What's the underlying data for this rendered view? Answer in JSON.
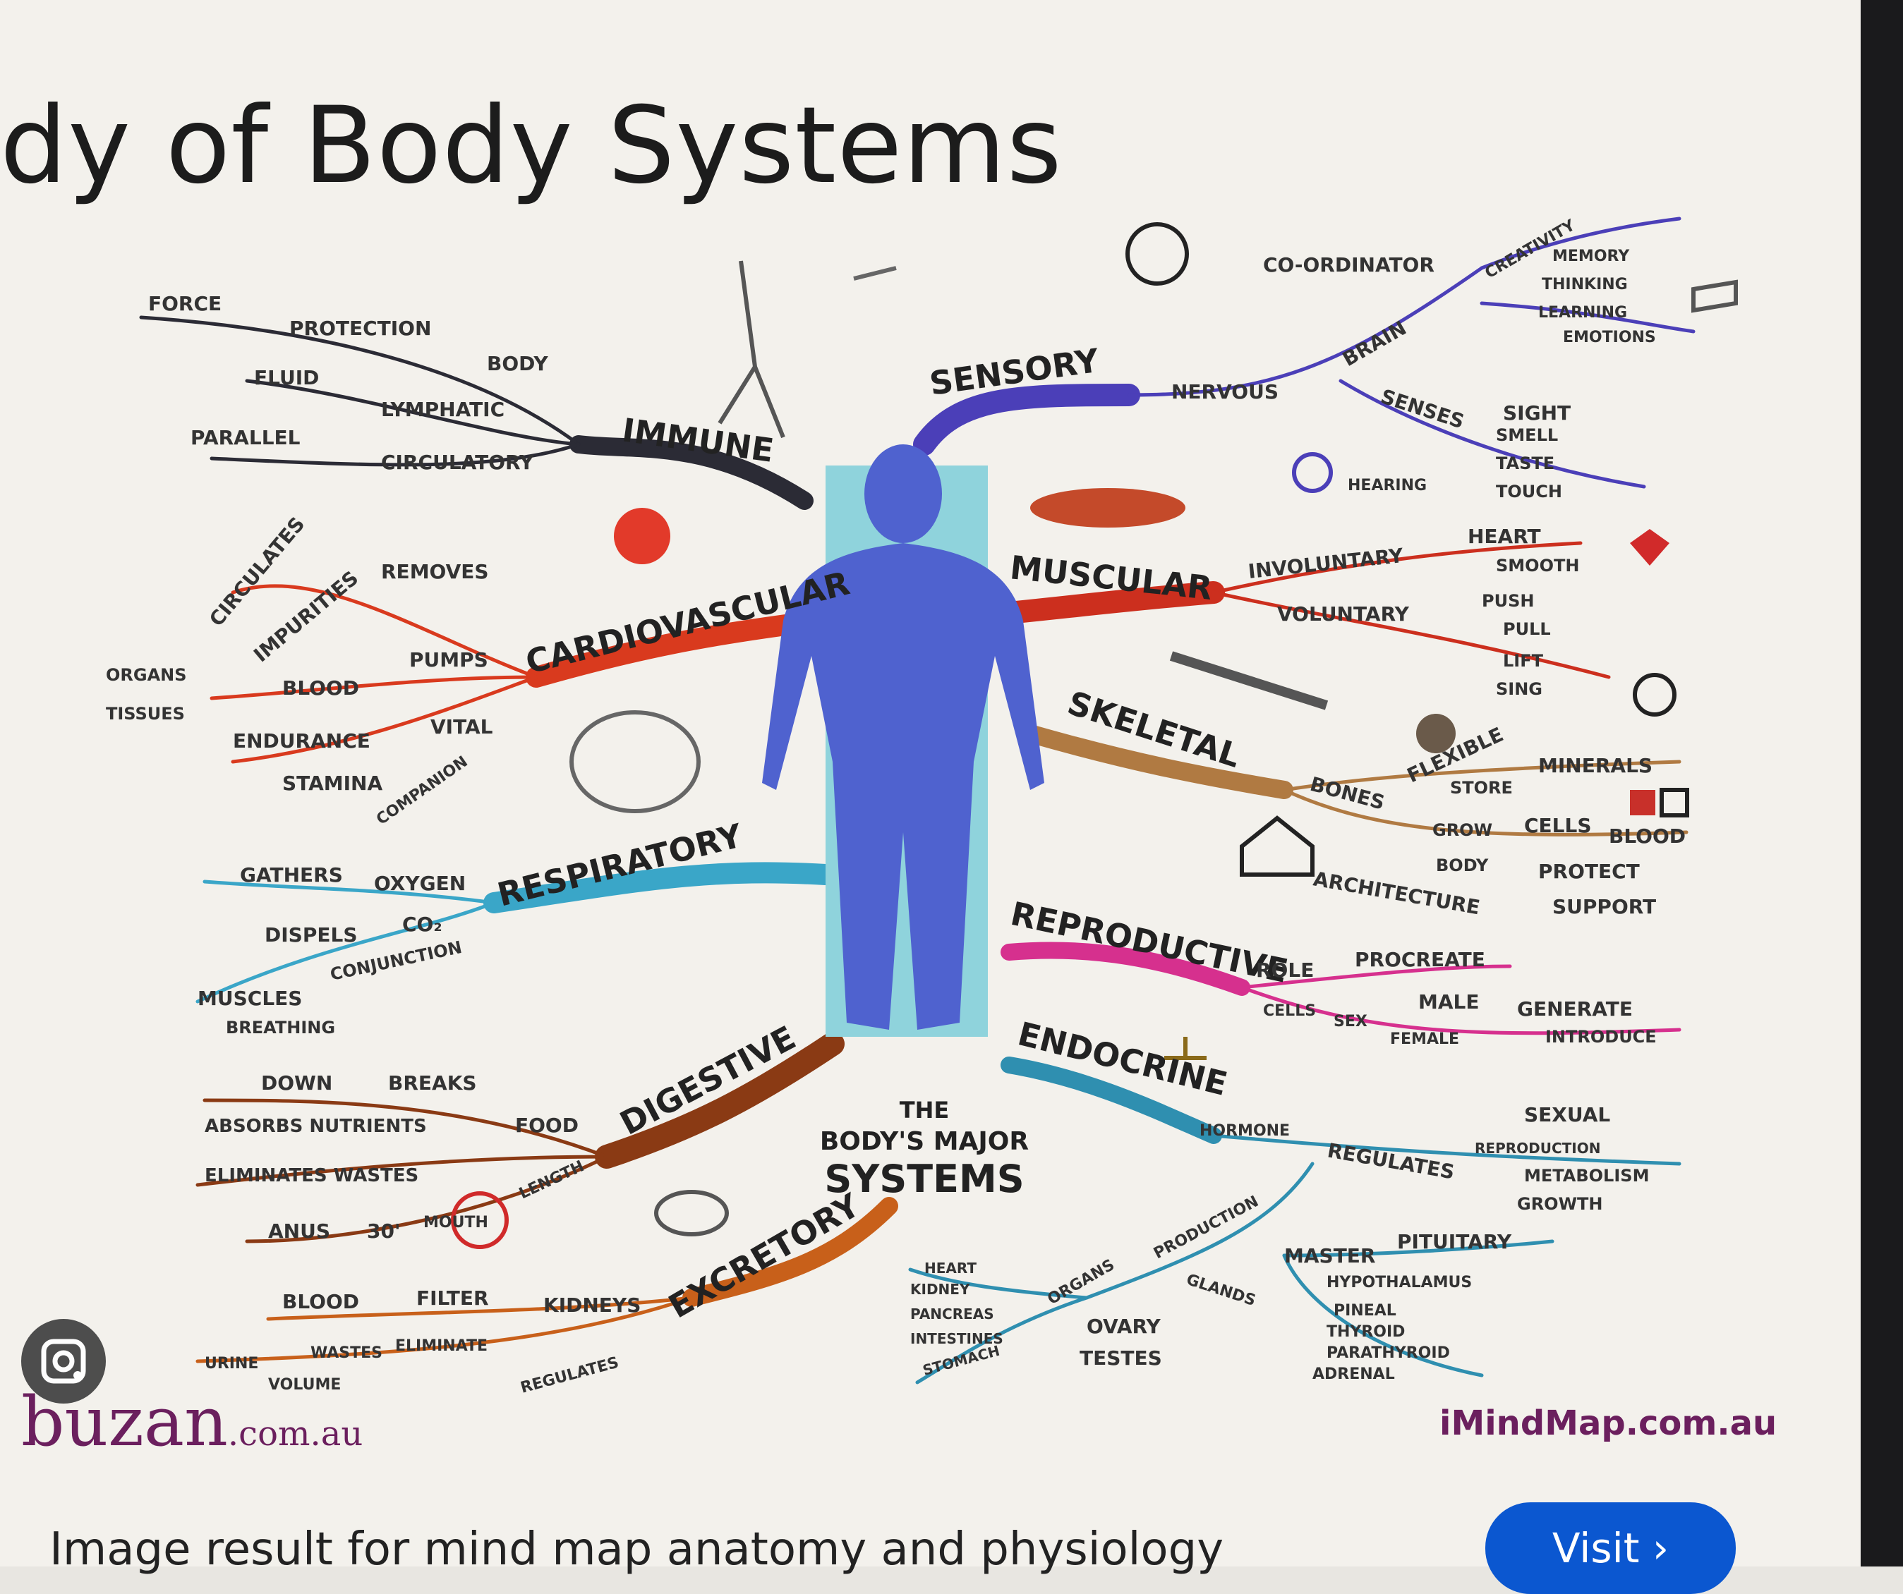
{
  "page": {
    "title": "dy of Body Systems",
    "caption": "Image result for mind map anatomy and physiology",
    "visit_label": "Visit",
    "visit_chevron": "›",
    "source_left": "buzan",
    "source_left_suffix": ".com.au",
    "source_right": "iMindMap.com.au",
    "lens_icon": "google-lens-icon"
  },
  "map": {
    "center": [
      "THE",
      "BODY'S MAJOR",
      "SYSTEMS"
    ],
    "branches": {
      "immune": {
        "name": "IMMUNE",
        "color": "#2b2b35",
        "words": [
          "FORCE",
          "PROTECTION",
          "BODY",
          "FLUID",
          "LYMPHATIC",
          "PARALLEL",
          "CIRCULATORY"
        ]
      },
      "cardio": {
        "name": "CARDIOVASCULAR",
        "color": "#d93a1e",
        "words": [
          "CIRCULATES",
          "IMPURITIES",
          "REMOVES",
          "ORGANS",
          "TISSUES",
          "BLOOD",
          "PUMPS",
          "ENDURANCE",
          "VITAL",
          "STAMINA",
          "COMPANION"
        ]
      },
      "resp": {
        "name": "RESPIRATORY",
        "color": "#3aa6c8",
        "words": [
          "GATHERS",
          "OXYGEN",
          "DISPELS",
          "CO₂",
          "CONJUNCTION",
          "MUSCLES",
          "BREATHING"
        ]
      },
      "digest": {
        "name": "DIGESTIVE",
        "color": "#8a3a14",
        "words": [
          "DOWN",
          "BREAKS",
          "ABSORBS NUTRIENTS",
          "FOOD",
          "ELIMINATES WASTES",
          "LENGTH",
          "ANUS",
          "30'",
          "MOUTH"
        ]
      },
      "excret": {
        "name": "EXCRETORY",
        "color": "#c8601a",
        "words": [
          "BLOOD",
          "FILTER",
          "KIDNEYS",
          "URINE",
          "WASTES",
          "ELIMINATE",
          "VOLUME",
          "REGULATES"
        ]
      },
      "sensory": {
        "name": "SENSORY",
        "color": "#4b3fb8",
        "words": [
          "NERVOUS",
          "BRAIN",
          "CO-ORDINATOR",
          "CREATIVITY",
          "MEMORY",
          "THINKING",
          "LEARNING",
          "EMOTIONS",
          "SENSES",
          "SIGHT",
          "SMELL",
          "HEARING",
          "TASTE",
          "TOUCH"
        ]
      },
      "muscular": {
        "name": "MUSCULAR",
        "color": "#cc2f1e",
        "words": [
          "INVOLUNTARY",
          "HEART",
          "SMOOTH",
          "VOLUNTARY",
          "PUSH",
          "PULL",
          "LIFT",
          "SING"
        ]
      },
      "skeletal": {
        "name": "SKELETAL",
        "color": "#b07a42",
        "words": [
          "BONES",
          "FLEXIBLE",
          "STORE",
          "MINERALS",
          "GROW",
          "CELLS",
          "BLOOD",
          "BODY",
          "PROTECT",
          "ARCHITECTURE",
          "SUPPORT"
        ]
      },
      "repro": {
        "name": "REPRODUCTIVE",
        "color": "#d6308e",
        "words": [
          "ROLE",
          "PROCREATE",
          "CELLS",
          "SEX",
          "MALE",
          "FEMALE",
          "GENERATE",
          "INTRODUCE"
        ]
      },
      "endo": {
        "name": "ENDOCRINE",
        "color": "#2f8fb0",
        "words": [
          "HORMONE",
          "REGULATES",
          "SEXUAL",
          "REPRODUCTION",
          "METABOLISM",
          "GROWTH",
          "ORGANS",
          "PRODUCTION",
          "GLANDS",
          "MASTER",
          "PITUITARY",
          "HYPOTHALAMUS",
          "PINEAL",
          "THYROID",
          "PARATHYROID",
          "ADRENAL",
          "HEART",
          "KIDNEY",
          "PANCREAS",
          "INTESTINES",
          "STOMACH",
          "OVARY",
          "TESTES"
        ]
      }
    }
  }
}
